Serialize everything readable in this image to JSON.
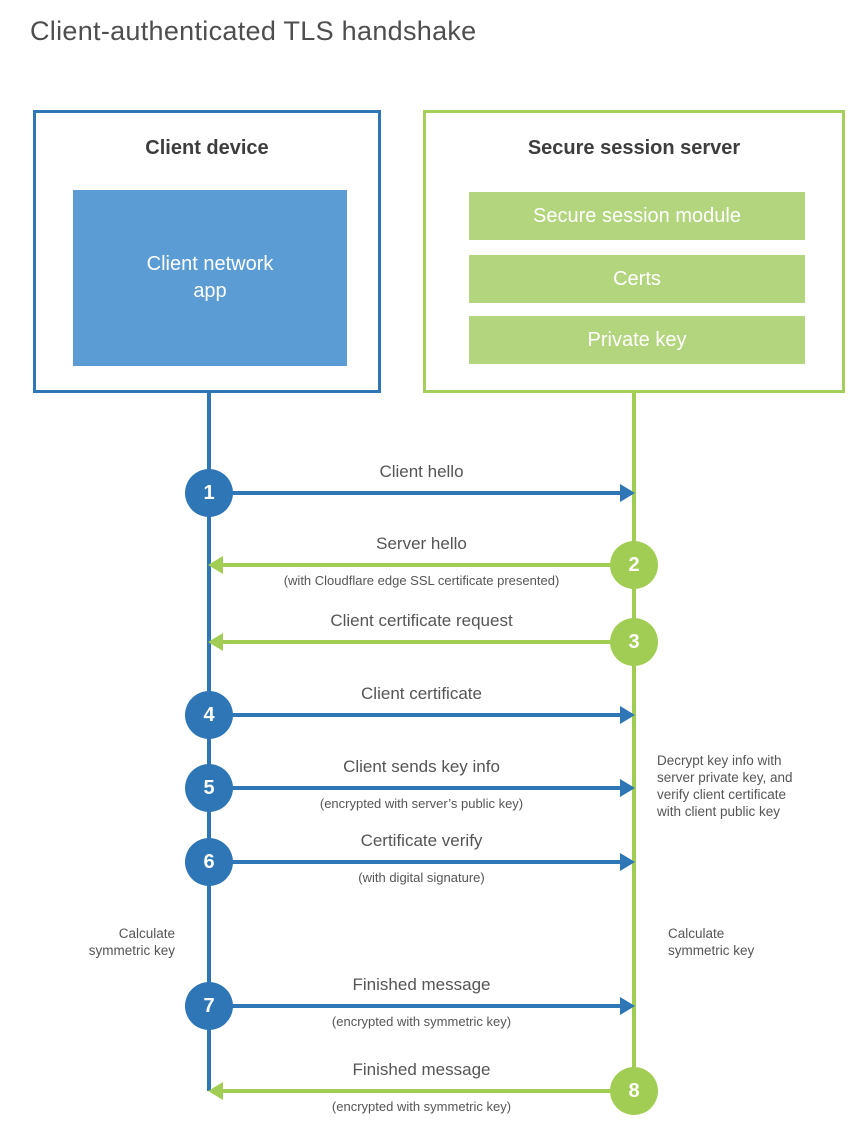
{
  "title": "Client-authenticated TLS handshake",
  "client_box": {
    "title": "Client device",
    "app_label": "Client network\napp"
  },
  "server_box": {
    "title": "Secure session server",
    "modules": [
      "Secure session module",
      "Certs",
      "Private key"
    ]
  },
  "steps": [
    {
      "num": "1",
      "from": "client",
      "to": "server",
      "label": "Client hello",
      "sub": ""
    },
    {
      "num": "2",
      "from": "server",
      "to": "client",
      "label": "Server hello",
      "sub": "(with Cloudflare edge SSL certificate presented)"
    },
    {
      "num": "3",
      "from": "server",
      "to": "client",
      "label": "Client certificate request",
      "sub": ""
    },
    {
      "num": "4",
      "from": "client",
      "to": "server",
      "label": "Client certificate",
      "sub": ""
    },
    {
      "num": "5",
      "from": "client",
      "to": "server",
      "label": "Client sends key info",
      "sub": "(encrypted with server’s public key)"
    },
    {
      "num": "6",
      "from": "client",
      "to": "server",
      "label": "Certificate verify",
      "sub": "(with digital signature)"
    },
    {
      "num": "7",
      "from": "client",
      "to": "server",
      "label": "Finished message",
      "sub": "(encrypted with symmetric key)"
    },
    {
      "num": "8",
      "from": "server",
      "to": "client",
      "label": "Finished message",
      "sub": "(encrypted with symmetric key)"
    }
  ],
  "annotations": {
    "server_note": "Decrypt key info with\nserver private key, and\nverify client certificate\nwith client public key",
    "client_calc": "Calculate\nsymmetric key",
    "server_calc": "Calculate\nsymmetric key"
  },
  "colors": {
    "blue": "#2E76B5",
    "blue_fill": "#5B9CD5",
    "green": "#A2CD54",
    "green_fill": "#B2D57E",
    "green_border": "#A5CE5B"
  }
}
